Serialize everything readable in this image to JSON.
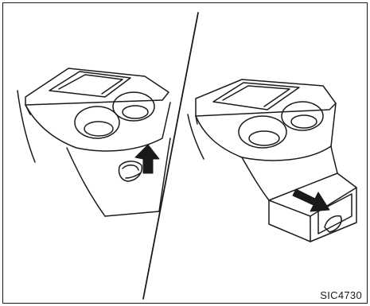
{
  "figure": {
    "code": "SIC4730"
  },
  "colors": {
    "line": "#1a1a1a",
    "background": "#ffffff",
    "shade": "#dcdcdc"
  },
  "panels": [
    {
      "name": "left",
      "arrow": "up"
    },
    {
      "name": "right",
      "arrow": "pull-out"
    }
  ]
}
